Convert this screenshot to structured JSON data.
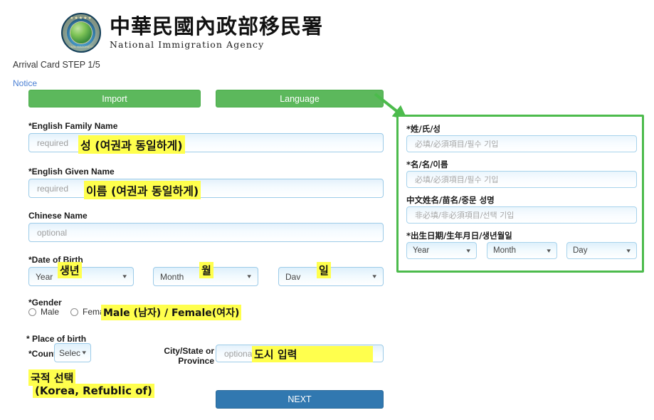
{
  "header": {
    "title_cn": "中華民國內政部移民署",
    "title_en": "National Immigration Agency",
    "logo_stars": "★★★★★",
    "logo_arc": "NATIONAL IMMIGRATION AGENCY"
  },
  "left_form": {
    "step_text": "Arrival Card STEP 1/5",
    "notice_label": "Notice",
    "import_button": "Import",
    "language_button": "Language",
    "family_name": {
      "label": "*English Family Name",
      "placeholder": "required",
      "annotation": "성 (여권과 동일하게)"
    },
    "given_name": {
      "label": "*English Given Name",
      "placeholder": "required",
      "annotation": "이름 (여권과 동일하게)"
    },
    "chinese_name": {
      "label": "Chinese Name",
      "placeholder": "optional"
    },
    "date_of_birth": {
      "label": "*Date of Birth",
      "year": "Year",
      "month": "Month",
      "day": "Dav",
      "year_annotation": "생년",
      "month_annotation": "월",
      "day_annotation": "일"
    },
    "gender": {
      "label": "*Gender",
      "male": "Male",
      "female": "Female",
      "annotation": "Male (남자) / Female(여자)"
    },
    "place_of_birth": {
      "label": "* Place of birth",
      "country_label": "*Countr",
      "country_value": "Selec",
      "city_label_line1": "City/State or",
      "city_label_line2": "Province",
      "city_placeholder": "optional",
      "city_annotation": "도시 입력",
      "country_annotation_line1": "국적 선택",
      "country_annotation_line2": "(Korea, Refublic of)"
    },
    "next_button": "NEXT"
  },
  "panel": {
    "surname": {
      "label": "*姓/氏/성",
      "placeholder": "必填/必須項目/필수 기입"
    },
    "given": {
      "label": "*名/名/이름",
      "placeholder": "必填/必須項目/필수 기입"
    },
    "chinese_name": {
      "label": "中文姓名/苗名/중문 성명",
      "placeholder": "非必填/非必須項目/선택 기입"
    },
    "birthdate": {
      "label": "*出生日期/生年月日/생년월일",
      "year": "Year",
      "month": "Month",
      "day": "Day"
    }
  },
  "colors": {
    "green_button": "#5cb85c",
    "panel_border": "#4cbb4c",
    "next_button": "#3178b0",
    "highlight": "#ffff4d",
    "link": "#4a7fd4"
  }
}
